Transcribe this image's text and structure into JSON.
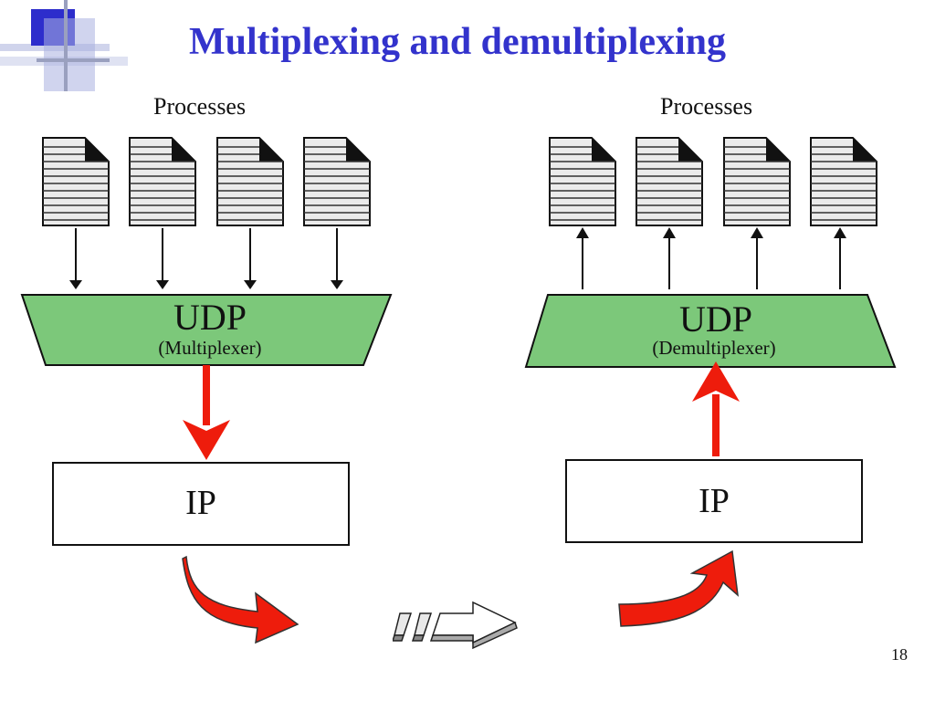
{
  "slide": {
    "title": "Multiplexing and demultiplexing",
    "page_number": "18"
  },
  "left": {
    "processes_label": "Processes",
    "udp_label": "UDP",
    "udp_role": "(Multiplexer)",
    "ip_label": "IP"
  },
  "right": {
    "processes_label": "Processes",
    "udp_label": "UDP",
    "udp_role": "(Demultiplexer)",
    "ip_label": "IP"
  },
  "colors": {
    "title": "#3333cc",
    "udp_fill": "#7cc87a",
    "arrow_red": "#ee1c0c",
    "corner_blue": "#2d2dcc"
  },
  "icons": {
    "process": "document-icon",
    "transfer": "striped-arrow-icon"
  }
}
